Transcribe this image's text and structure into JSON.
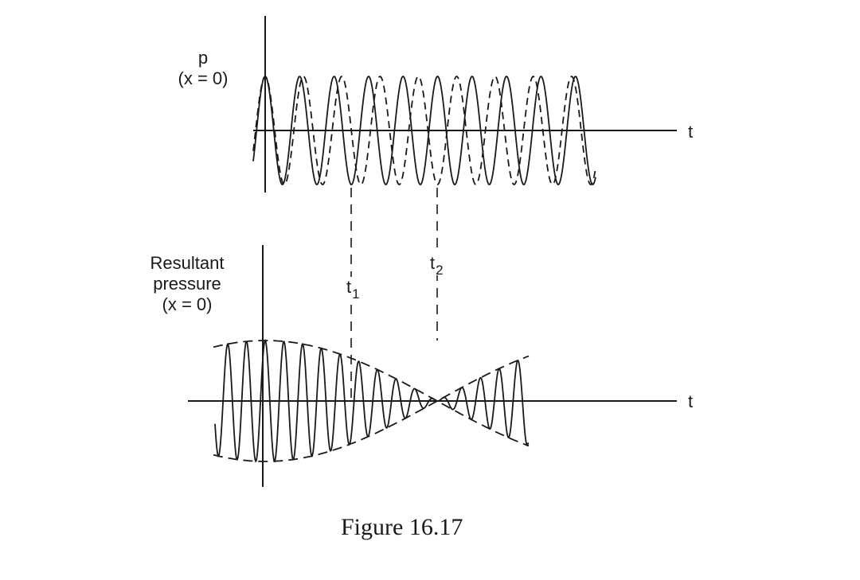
{
  "figure": {
    "caption": "Figure 16.17",
    "top_panel": {
      "ylabel_line1": "p",
      "ylabel_line2": "(x = 0)",
      "xlabel": "t",
      "series": [
        {
          "style": "solid",
          "description_shown": false
        },
        {
          "style": "dashed",
          "description_shown": false
        }
      ]
    },
    "bottom_panel": {
      "ylabel_line1": "Resultant",
      "ylabel_line2": "pressure",
      "ylabel_line3": "(x = 0)",
      "xlabel": "t"
    },
    "markers": {
      "t1": {
        "base": "t",
        "sub": "1"
      },
      "t2": {
        "base": "t",
        "sub": "2"
      }
    },
    "colors": {
      "ink": "#1a1a1a",
      "background": "#ffffff"
    }
  }
}
